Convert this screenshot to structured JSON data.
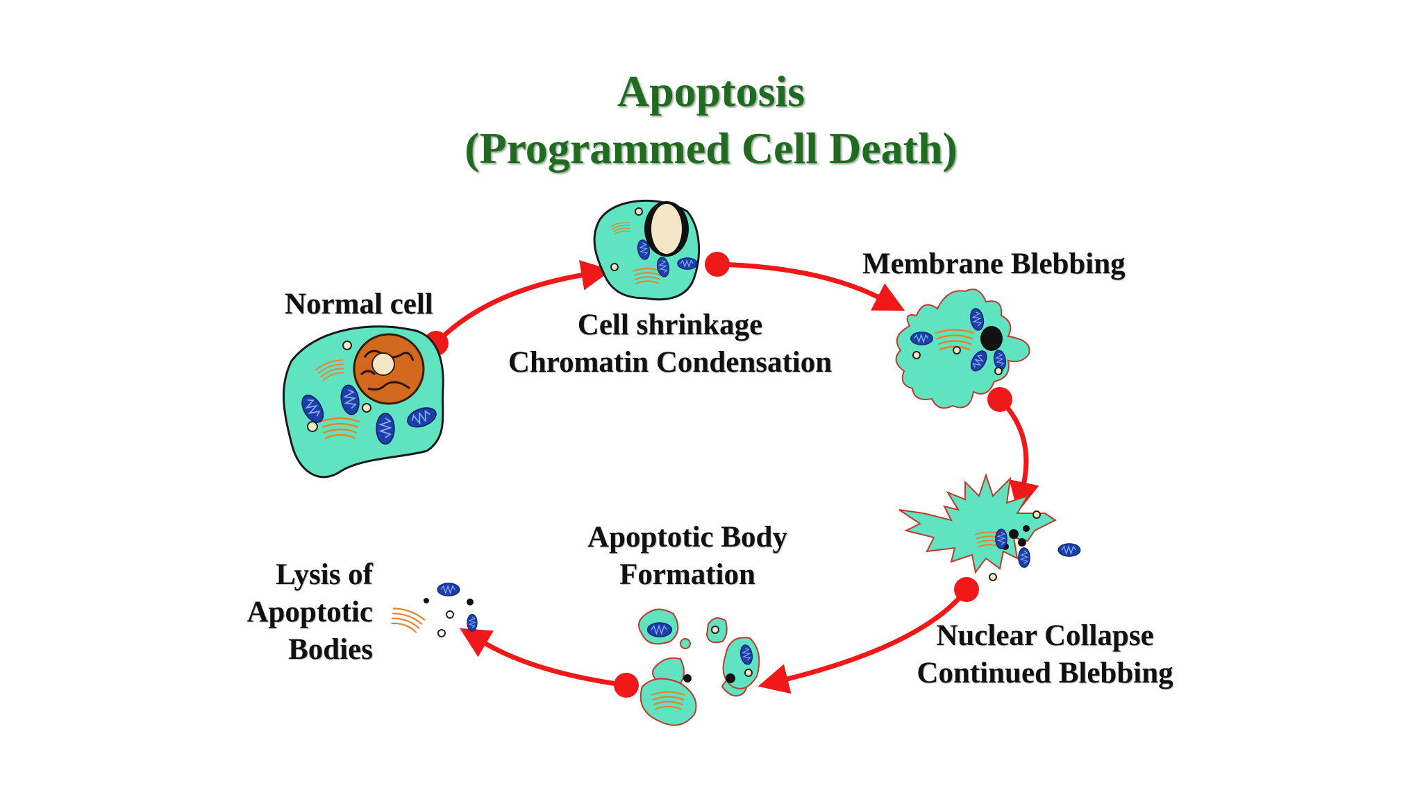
{
  "title": {
    "line1": "Apoptosis",
    "line2": "(Programmed Cell Death)"
  },
  "stages": {
    "normal": {
      "line1": "Normal cell"
    },
    "shrinkage": {
      "line1": "Cell shrinkage",
      "line2": "Chromatin Condensation"
    },
    "blebbing": {
      "line1": "Membrane Blebbing"
    },
    "collapse": {
      "line1": "Nuclear Collapse",
      "line2": "Continued Blebbing"
    },
    "body": {
      "line1": "Apoptotic Body",
      "line2": "Formation"
    },
    "lysis": {
      "line1": "Lysis of",
      "line2": "Apoptotic",
      "line3": "Bodies"
    }
  },
  "colors": {
    "title": "#1f6b1f",
    "cytoplasm": "#5fe3c0",
    "outline": "#c0392b",
    "arrow": "#f01818",
    "mitochondria": "#1c3faa",
    "golgi": "#e8832a",
    "nucleus": "#d2691e"
  }
}
